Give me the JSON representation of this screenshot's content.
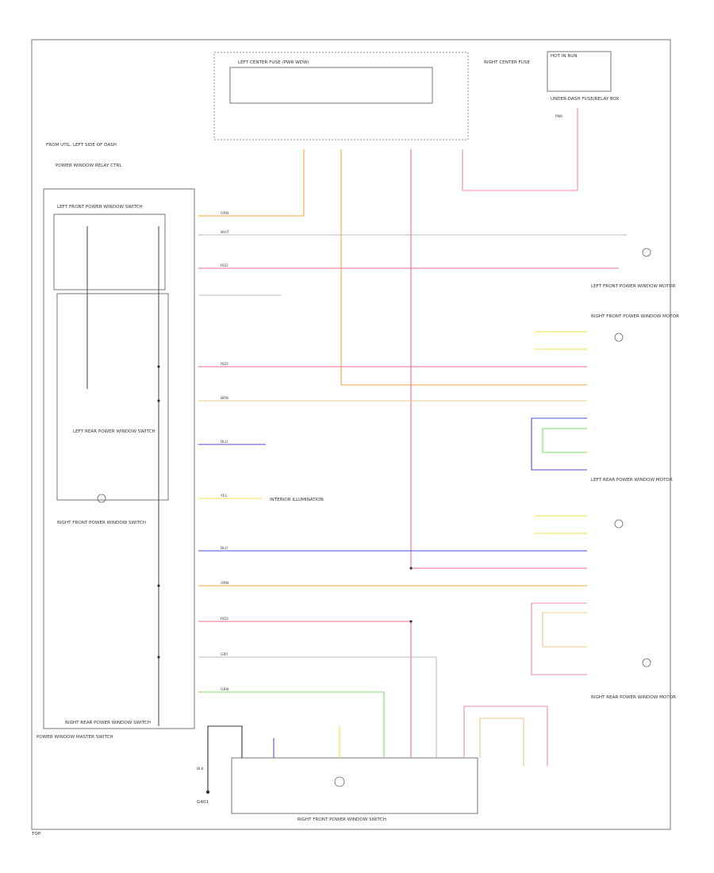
{
  "labels": {
    "top_left_connector": "FROM UTIL. LEFT SIDE OF DASH",
    "top_left_sub": "POWER WINDOW RELAY CTRL",
    "fuse_left": "LEFT CENTER FUSE (PWR WDW)",
    "fuse_right": "RIGHT CENTER FUSE",
    "ignition_switch": "HOT IN RUN",
    "ignition_sub": "UNDER-DASH FUSE/RELAY BOX",
    "driver_master_title": "LEFT FRONT POWER WINDOW SWITCH",
    "driver_mid_title": "LEFT REAR POWER WINDOW SWITCH",
    "right_front_title": "RIGHT FRONT POWER WINDOW SWITCH",
    "right_rear_title": "RIGHT REAR POWER WINDOW SWITCH",
    "master_switch_title": "POWER WINDOW MASTER SWITCH",
    "motor_lf": "LEFT FRONT POWER WINDOW MOTOR",
    "motor_lr": "LEFT REAR POWER WINDOW MOTOR",
    "motor_rf": "RIGHT FRONT POWER WINDOW MOTOR",
    "motor_rr": "RIGHT REAR POWER WINDOW MOTOR",
    "bottom_switch": "RIGHT FRONT POWER WINDOW SWITCH",
    "ground_label": "G401",
    "illumination": "INTERIOR ILLUMINATION",
    "footer": "TOP"
  },
  "wires": {
    "orn": "ORN",
    "wht": "WHT",
    "red": "RED",
    "blu": "BLU",
    "grn": "GRN",
    "yel": "YEL",
    "blk": "BLK",
    "pnk": "PNK",
    "brn": "BRN",
    "gry": "GRY"
  },
  "colors": {
    "orange": "#f5a646",
    "pink": "#f48aa8",
    "red": "#f06c8a",
    "blue": "#4a4fd9",
    "green": "#7ee06a",
    "yellow": "#f0e24a",
    "tan": "#e8c888",
    "gray": "#9a9a9a",
    "black": "#333333"
  }
}
